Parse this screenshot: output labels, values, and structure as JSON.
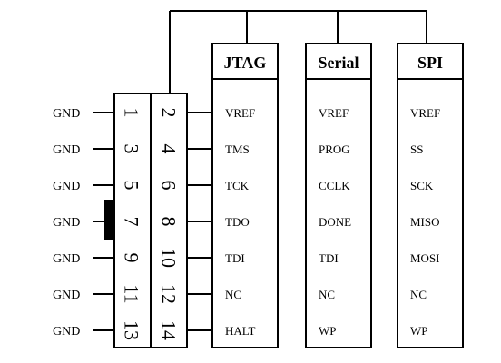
{
  "ground_label": "GND",
  "pins": [
    {
      "left": "1",
      "right": "2"
    },
    {
      "left": "3",
      "right": "4"
    },
    {
      "left": "5",
      "right": "6"
    },
    {
      "left": "7",
      "right": "8"
    },
    {
      "left": "9",
      "right": "10"
    },
    {
      "left": "11",
      "right": "12"
    },
    {
      "left": "13",
      "right": "14"
    }
  ],
  "modes": [
    {
      "id": "jtag",
      "title": "JTAG",
      "signals": [
        "VREF",
        "TMS",
        "TCK",
        "TDO",
        "TDI",
        "NC",
        "HALT"
      ]
    },
    {
      "id": "serial",
      "title": "Serial",
      "signals": [
        "VREF",
        "PROG",
        "CCLK",
        "DONE",
        "TDI",
        "NC",
        "WP"
      ]
    },
    {
      "id": "spi",
      "title": "SPI",
      "signals": [
        "VREF",
        "SS",
        "SCK",
        "MISO",
        "MOSI",
        "NC",
        "WP"
      ]
    }
  ],
  "colors": {
    "line": "#000000",
    "background": "#ffffff",
    "keying_tab": "#000000"
  }
}
